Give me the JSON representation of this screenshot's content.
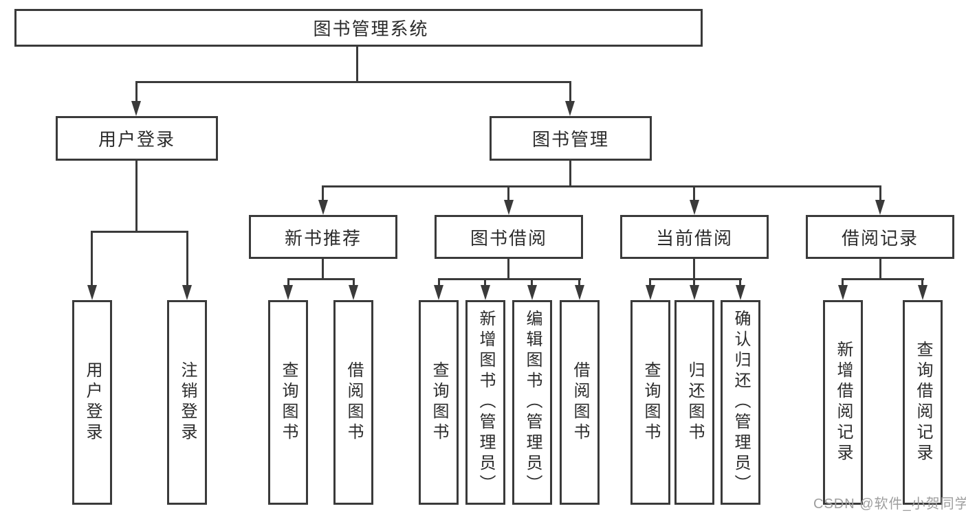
{
  "diagram": {
    "tree": {
      "label": "图书管理系统",
      "children": [
        {
          "label": "用户登录",
          "children": [
            {
              "label": "用户登录"
            },
            {
              "label": "注销登录"
            }
          ]
        },
        {
          "label": "图书管理",
          "children": [
            {
              "label": "新书推荐",
              "children": [
                {
                  "label": "查询图书"
                },
                {
                  "label": "借阅图书"
                }
              ]
            },
            {
              "label": "图书借阅",
              "children": [
                {
                  "label": "查询图书"
                },
                {
                  "label": "新增图书（管理员）"
                },
                {
                  "label": "编辑图书（管理员）"
                },
                {
                  "label": "借阅图书"
                }
              ]
            },
            {
              "label": "当前借阅",
              "children": [
                {
                  "label": "查询图书"
                },
                {
                  "label": "归还图书"
                },
                {
                  "label": "确认归还（管理员）"
                }
              ]
            },
            {
              "label": "借阅记录",
              "children": [
                {
                  "label": "新增借阅记录"
                },
                {
                  "label": "查询借阅记录"
                }
              ]
            }
          ]
        }
      ]
    },
    "watermark": {
      "text": "CSDN @软件_小贺同学"
    },
    "colors": {
      "line": "#3a3a3a",
      "text": "#2b2b2b",
      "box_background": "#ffffff",
      "watermark": "#9e9e9e"
    }
  }
}
